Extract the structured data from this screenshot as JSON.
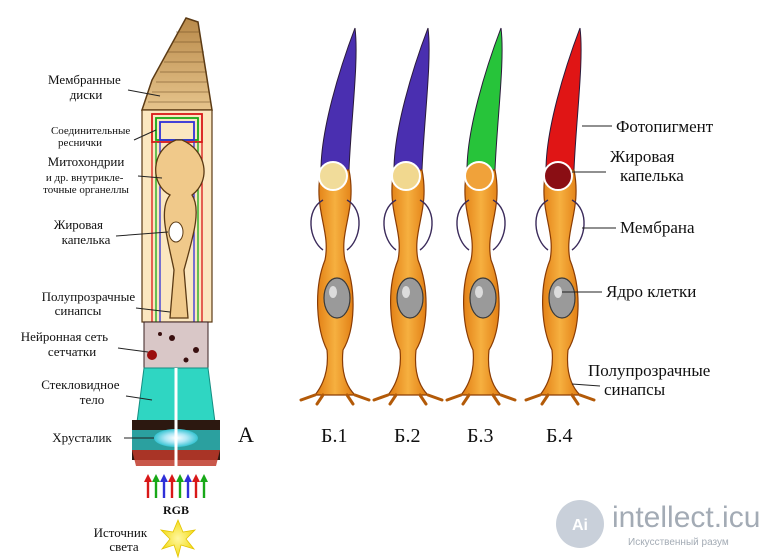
{
  "left_labels": {
    "membrane_discs": [
      "Мембранные",
      "диски"
    ],
    "connecting_cilia": [
      "Соединительные",
      "реснички"
    ],
    "mitochondria": [
      "Митохондрии",
      "и др. внутрикле-",
      "точные органеллы"
    ],
    "oil_droplet": [
      "Жировая",
      "капелька"
    ],
    "translucent_synapses": [
      "Полупрозрачные",
      "синапсы"
    ],
    "neural_net": [
      "Нейронная сеть",
      "сетчатки"
    ],
    "vitreous": [
      "Стекловидное",
      "тело"
    ],
    "lens": "Хрусталик",
    "rgb": "RGB",
    "light_source": [
      "Источник",
      "света"
    ]
  },
  "panel_a_label": "А",
  "cells": [
    {
      "label": "Б.1",
      "pigment_color": "#4a2fb0",
      "droplet_color": "#f1dc9a"
    },
    {
      "label": "Б.2",
      "pigment_color": "#4a2fb0",
      "droplet_color": "#f1d88f"
    },
    {
      "label": "Б.3",
      "pigment_color": "#27c43a",
      "droplet_color": "#f0a23a"
    },
    {
      "label": "Б.4",
      "pigment_color": "#e01515",
      "droplet_color": "#8a0e14"
    }
  ],
  "right_labels": {
    "photopigment": "Фотопигмент",
    "oil_droplet": [
      "Жировая",
      "капелька"
    ],
    "membrane": "Мембрана",
    "nucleus": "Ядро клетки",
    "synapses": [
      "Полупрозрачные",
      "синапсы"
    ]
  },
  "watermark": {
    "logo": "Ai",
    "site": "intellect.icu",
    "tagline": "Искусственный разум"
  }
}
